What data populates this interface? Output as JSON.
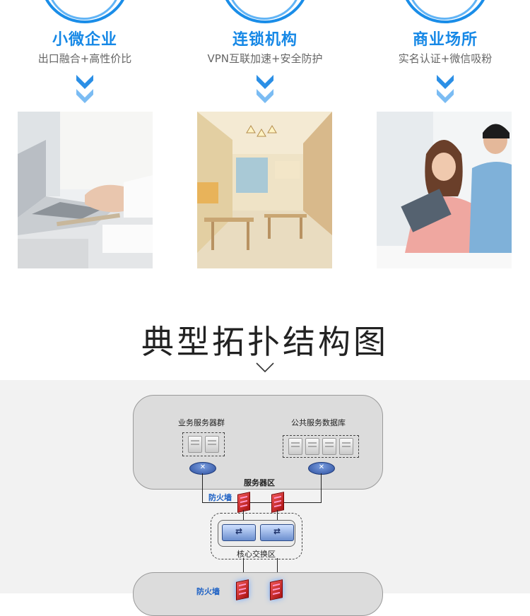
{
  "scenarios": [
    {
      "title": "小微企业",
      "subtitle": "出口融合+高性价比",
      "image": "laptop-typing-photo"
    },
    {
      "title": "连锁机构",
      "subtitle": "VPN互联加速+安全防护",
      "image": "chain-store-interior-photo"
    },
    {
      "title": "商业场所",
      "subtitle": "实名认证+微信吸粉",
      "image": "people-with-tablet-photo"
    }
  ],
  "topology": {
    "title": "典型拓扑结构图",
    "server_zone_label": "服务器区",
    "server_group_label": "业务服务器群",
    "database_label": "公共服务数据库",
    "firewall_label": "防火墙",
    "core_zone_label": "核心交换区",
    "firewall_label_bottom": "防火墙"
  },
  "colors": {
    "accent": "#1688e6",
    "chevron": "#2b8fe6",
    "firewall": "#c0282d"
  }
}
